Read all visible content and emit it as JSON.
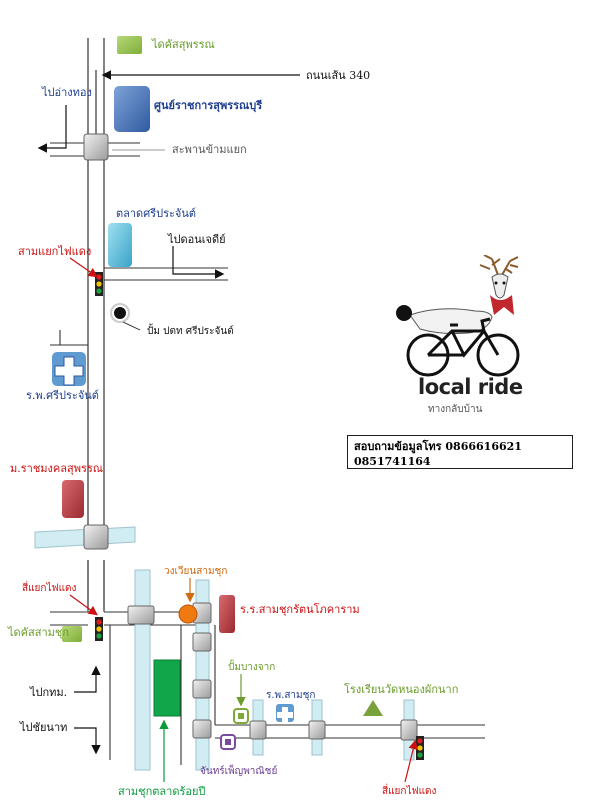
{
  "labels": {
    "tai_suphan": "ไดคัสสุพรรณ",
    "road_340": "ถนนเส้น 340",
    "to_ang_thong": "ไปอ่างทอง",
    "government_center": "ศูนย์ราชการสุพรรณบุรี",
    "overpass": "สะพานข้ามแยก",
    "sri_prachan_market": "ตลาดศรีประจันต์",
    "to_don_chedi": "ไปดอนเจดีย์",
    "three_way_light": "สามแยกไฟแดง",
    "ptt_station": "ปั้ม ปตท ศรีประจันต์",
    "sri_prachan_hospital": "ร.พ.ศรีประจันต์",
    "rajamangala": "ม.ราชมงคลสุพรรณ",
    "four_way_light_1": "สี่แยกไฟแดง",
    "tai_sam_chuk": "ไดคัสสามชุก",
    "sam_chuk_roundabout": "วงเวียนสามชุก",
    "sam_chuk_school": "ร.ร.สามชุกรัตนโภคาราม",
    "bang_chak": "ปั้มบางจาก",
    "sam_chuk_hospital": "ร.พ.สามชุก",
    "wat_school": "โรงเรียนวัดหนองผักนาก",
    "to_bangkok": "ไปกทม.",
    "to_chainat": "ไปชัยนาท",
    "old_market": "สามชุกตลาดร้อยปี",
    "chan_phen": "จันทร์เพ็ญพาณิชย์",
    "four_way_light_2": "สี่แยกไฟแดง"
  },
  "contact": "สอบถามข้อมูลโทร 0866616621  0851741164",
  "brand": {
    "name": "local ride",
    "tagline": "ทางกลับบ้าน"
  },
  "colors": {
    "road": "#cfe6ee",
    "road_border": "#9fc3cf",
    "blue_building": "#3f6fb5",
    "light_blue_building": "#4fb6d6",
    "red_building": "#b2333a",
    "green_block": "#8fbd4a",
    "market_green": "#11a64a"
  }
}
